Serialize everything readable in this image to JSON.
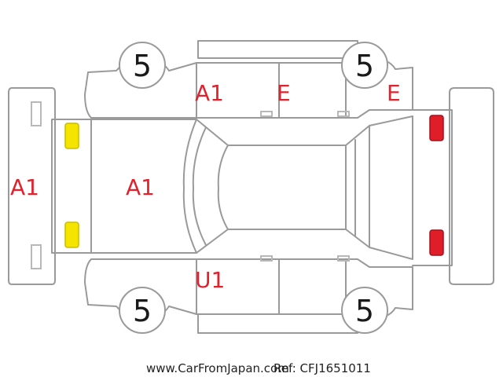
{
  "colors": {
    "outline": "#9a9a9a",
    "damage_code": "#e1222d",
    "light_front": "#f4e400",
    "light_rear": "#e01e2a"
  },
  "tire_scores": {
    "front_left": "5",
    "front_right": "5",
    "rear_left": "5",
    "rear_right": "5"
  },
  "damage_codes": {
    "front_bumper": "A1",
    "hood": "A1",
    "front_door_top": "A1",
    "rear_door_top": "E",
    "rear_quarter_top": "E",
    "front_door_bottom": "U1"
  },
  "footer": {
    "site": "www.CarFromJapan.com",
    "ref": "Ref: CFJ1651011"
  }
}
